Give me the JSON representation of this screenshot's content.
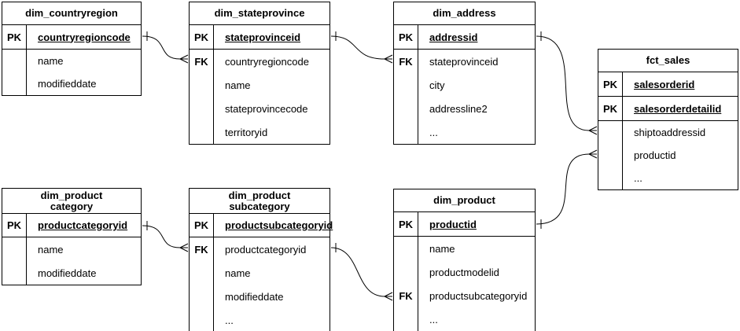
{
  "canvas": {
    "background_color": "#ffffff",
    "line_color": "#000000",
    "text_color": "#000000"
  },
  "tables": [
    {
      "title": "dim_countryregion",
      "rows": [
        {
          "key": "PK",
          "field": "countryregioncode"
        },
        {
          "key": "",
          "field": "name"
        },
        {
          "key": "",
          "field": "modifieddate"
        }
      ]
    },
    {
      "title": "dim_stateprovince",
      "rows": [
        {
          "key": "PK",
          "field": "stateprovinceid"
        },
        {
          "key": "FK",
          "field": "countryregioncode"
        },
        {
          "key": "",
          "field": "name"
        },
        {
          "key": "",
          "field": "stateprovincecode"
        },
        {
          "key": "",
          "field": "territoryid"
        }
      ]
    },
    {
      "title": "dim_address",
      "rows": [
        {
          "key": "PK",
          "field": "addressid"
        },
        {
          "key": "FK",
          "field": "stateprovinceid"
        },
        {
          "key": "",
          "field": "city"
        },
        {
          "key": "",
          "field": "addressline2"
        },
        {
          "key": "",
          "field": "..."
        }
      ]
    },
    {
      "title": "fct_sales",
      "rows": [
        {
          "key": "PK",
          "field": "salesorderid"
        },
        {
          "key": "PK",
          "field": "salesorderdetailid"
        },
        {
          "key": "",
          "field": "shiptoaddressid"
        },
        {
          "key": "",
          "field": "productid"
        },
        {
          "key": "",
          "field": "..."
        }
      ]
    },
    {
      "title": "dim_product\ncategory",
      "rows": [
        {
          "key": "PK",
          "field": "productcategoryid"
        },
        {
          "key": "",
          "field": "name"
        },
        {
          "key": "",
          "field": "modifieddate"
        }
      ]
    },
    {
      "title": "dim_product\nsubcategory",
      "rows": [
        {
          "key": "PK",
          "field": "productsubcategoryid"
        },
        {
          "key": "FK",
          "field": "productcategoryid"
        },
        {
          "key": "",
          "field": "name"
        },
        {
          "key": "",
          "field": "modifieddate"
        },
        {
          "key": "",
          "field": "..."
        }
      ]
    },
    {
      "title": "dim_product",
      "rows": [
        {
          "key": "PK",
          "field": "productid"
        },
        {
          "key": "",
          "field": "name"
        },
        {
          "key": "",
          "field": "productmodelid"
        },
        {
          "key": "FK",
          "field": "productsubcategoryid"
        },
        {
          "key": "",
          "field": "..."
        }
      ]
    }
  ],
  "relations": [
    {
      "from": "dim_countryregion.countryregioncode",
      "to": "dim_stateprovince.countryregioncode",
      "from_cardinality": "one",
      "to_cardinality": "many"
    },
    {
      "from": "dim_stateprovince.stateprovinceid",
      "to": "dim_address.stateprovinceid",
      "from_cardinality": "one",
      "to_cardinality": "many"
    },
    {
      "from": "dim_address.addressid",
      "to": "fct_sales.shiptoaddressid",
      "from_cardinality": "one",
      "to_cardinality": "many"
    },
    {
      "from": "dim_product.productid",
      "to": "fct_sales.productid",
      "from_cardinality": "one",
      "to_cardinality": "many"
    },
    {
      "from": "dim_productcategory.productcategoryid",
      "to": "dim_productsubcategory.productcategoryid",
      "from_cardinality": "one",
      "to_cardinality": "many"
    },
    {
      "from": "dim_productsubcategory.productsubcategoryid",
      "to": "dim_product.productsubcategoryid",
      "from_cardinality": "one",
      "to_cardinality": "many"
    }
  ]
}
